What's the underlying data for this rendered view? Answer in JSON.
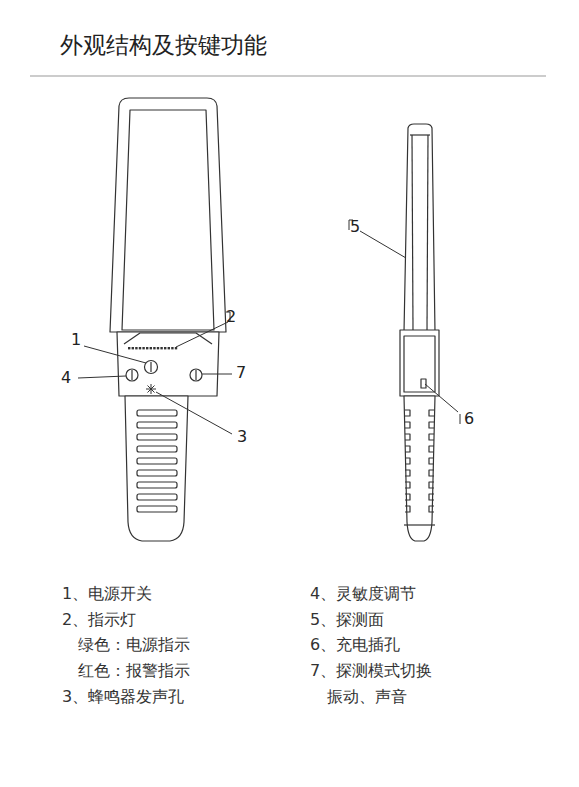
{
  "diagram": {
    "title": "外观结构及按键功能",
    "labels": [
      "1",
      "2",
      "4",
      "7",
      "3",
      "5",
      "6",
      "1、电源开关",
      "2、指示灯",
      "绿色：电源指示",
      "红色：报警指示",
      "3、蜂鸣器发声孔",
      "4、灵敏度调节",
      "5、探测面",
      "6、充电插孔",
      "7、探测模式切换",
      "振动、声音"
    ]
  }
}
